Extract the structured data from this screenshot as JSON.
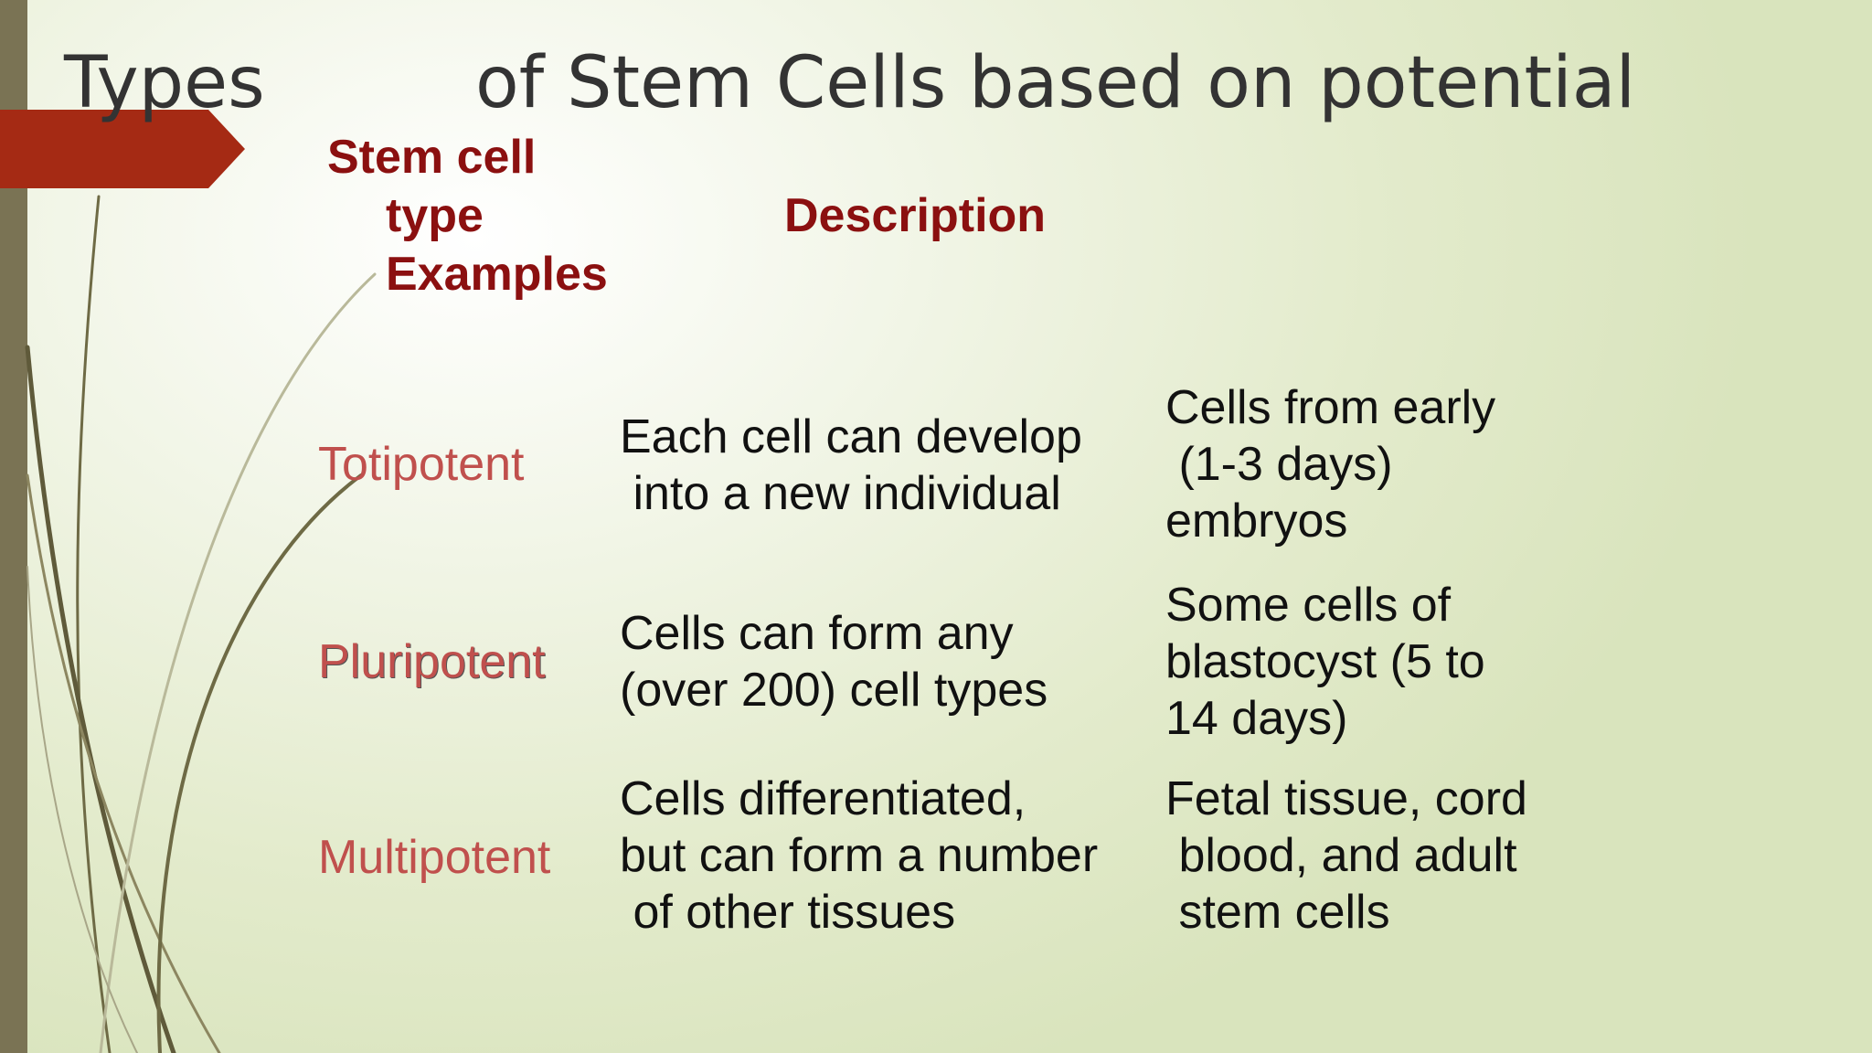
{
  "slide": {
    "title_part1": "Types",
    "title_part2": "of Stem Cells based on  potential",
    "colors": {
      "accent_arrow": "#a52a14",
      "header_text": "#8b1010",
      "type_text": "#c0504d",
      "left_bar": "#7a7354"
    },
    "headers": {
      "stem_cell_line1": "Stem cell",
      "stem_cell_line2": "type",
      "stem_cell_line3": "Examples",
      "description": "Description"
    },
    "rows": [
      {
        "type": "Totipotent",
        "description": "Each cell can develop\n into a new individual",
        "examples": "Cells from early\n (1-3 days)\nembryos"
      },
      {
        "type": "Pluripotent",
        "description": "Cells can form any\n(over 200) cell types",
        "examples": "Some cells of\nblastocyst (5 to\n14 days)"
      },
      {
        "type": "Multipotent",
        "description": "Cells differentiated,\nbut can form a number\n of other tissues",
        "examples": "Fetal tissue, cord\n blood, and adult\n stem cells"
      }
    ]
  }
}
